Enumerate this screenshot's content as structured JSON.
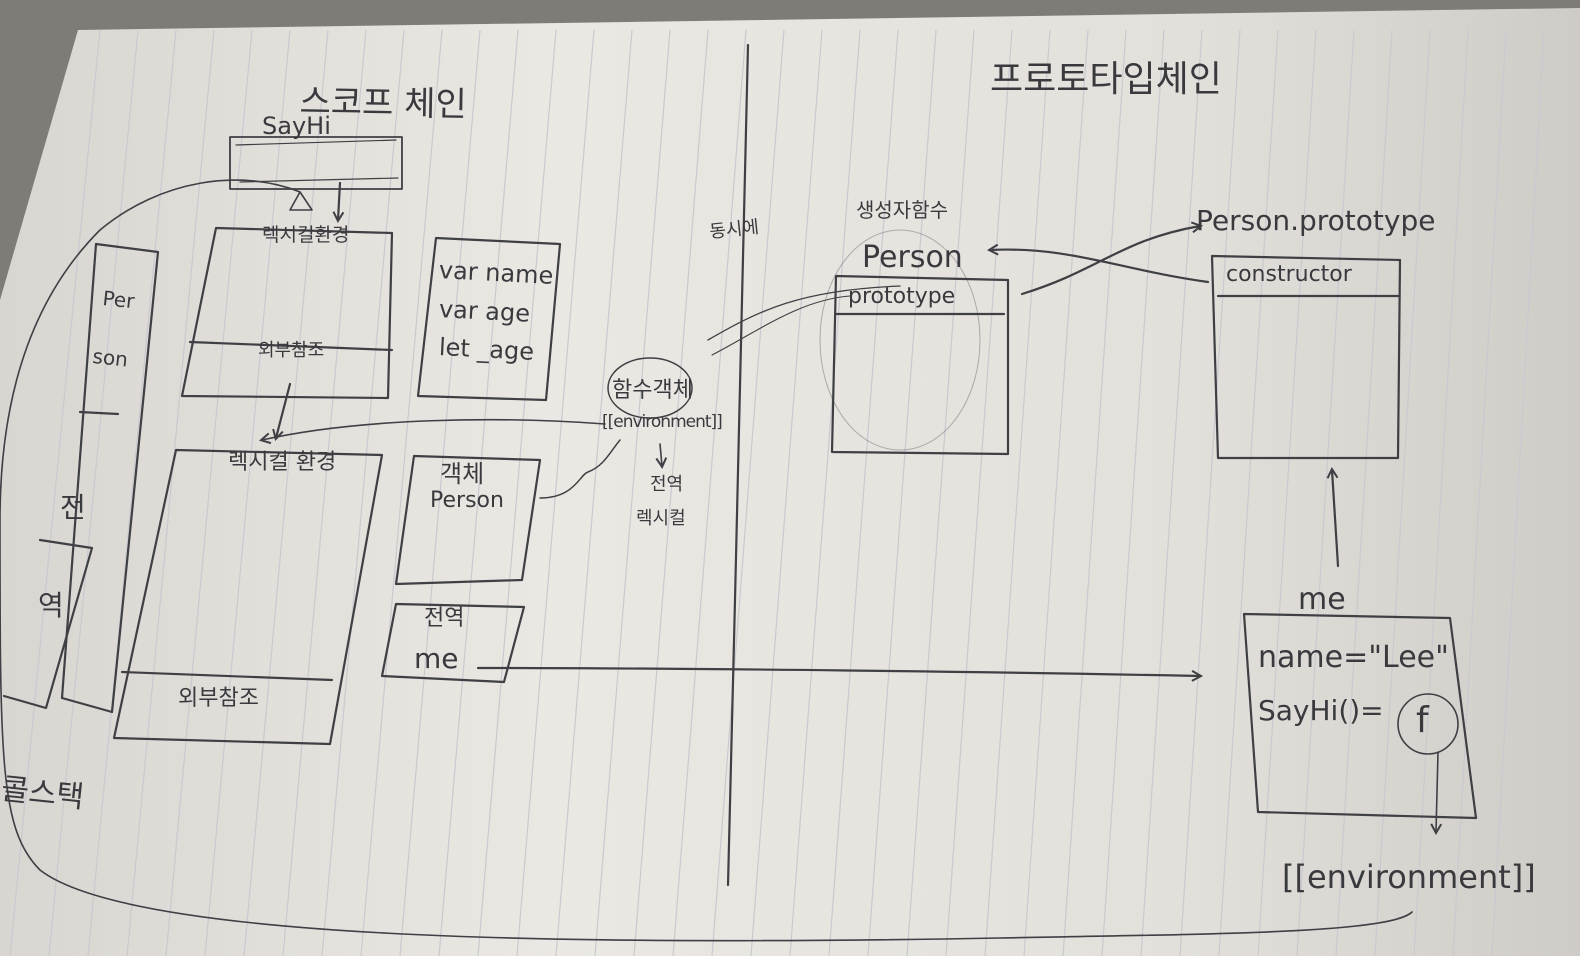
{
  "left_section": {
    "title": "스코프 체인",
    "sayhi_label": "SayHi",
    "lexical_env_top": "렉시컬환경",
    "outer_ref_top": "외부참조",
    "vars": [
      "var name",
      "var age",
      "let _age"
    ],
    "lexical_env_bottom": "렉시컬 환경",
    "outer_ref_bottom": "외부참조",
    "person_side": [
      "Per",
      "son"
    ],
    "global_side": [
      "전",
      "역"
    ],
    "object_label": "객체",
    "object_person": "Person",
    "global_label": "전역",
    "global_me": "me",
    "call_stack": "콜스택"
  },
  "middle": {
    "function_object": "함수객체",
    "environment": "[[environment]]",
    "global_lexical": [
      "전역",
      "렉시컬"
    ],
    "same_time": "동시에"
  },
  "right_section": {
    "title": "프로토타입체인",
    "constructor_fn": "생성자함수",
    "person": "Person",
    "prototype": "prototype",
    "person_prototype": "Person.prototype",
    "constructor": "constructor",
    "me": "me",
    "name_prop": "name=\"Lee\"",
    "sayhi_prop": "SayHi()=",
    "f_symbol": "f",
    "environment": "[[environment]]"
  },
  "colors": {
    "paper": "#e9e6e1",
    "pencil": "#3f3f44",
    "ruled_line": "#c9c9cf"
  }
}
